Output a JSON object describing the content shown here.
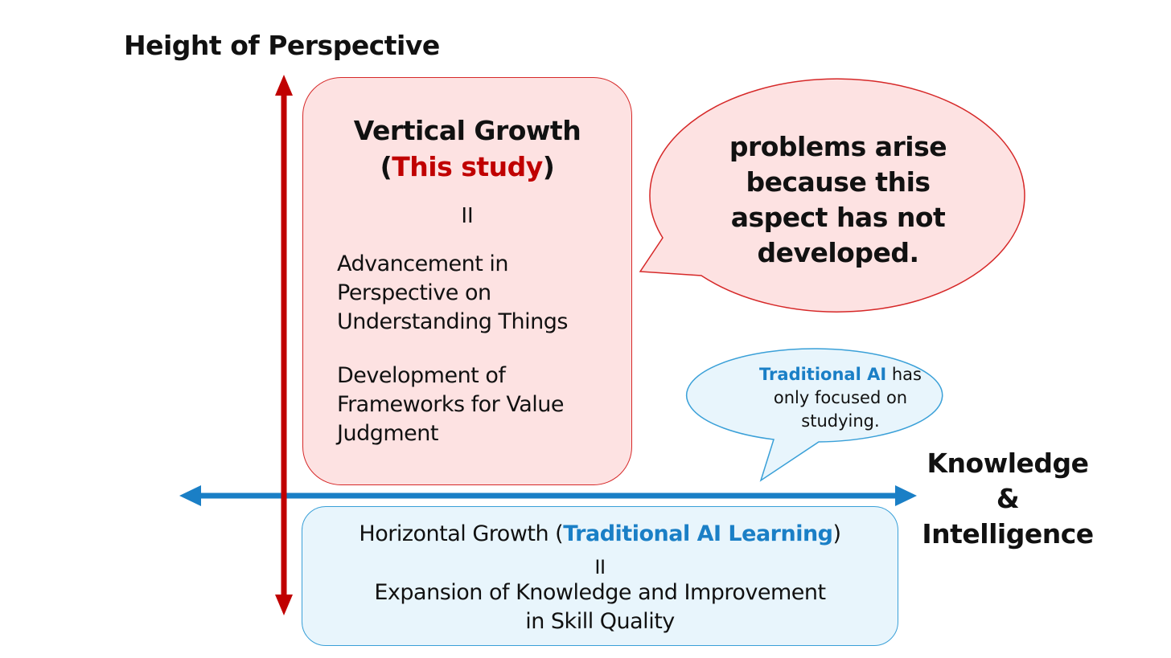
{
  "axes": {
    "vertical_label": "Height of Perspective",
    "horizontal_label_lines": [
      "Knowledge",
      "&",
      "Intelligence"
    ]
  },
  "vertical_growth": {
    "title": "Vertical Growth",
    "subtitle_open": "(",
    "subtitle_highlight": "This study",
    "subtitle_close": ")",
    "equals": "II",
    "item1_lines": [
      "Advancement in",
      "Perspective on",
      "Understanding Things"
    ],
    "item2_lines": [
      "Development of",
      "Frameworks for Value",
      "Judgment"
    ]
  },
  "horizontal_growth": {
    "title_prefix": "Horizontal Growth (",
    "title_highlight": "Traditional AI Learning",
    "title_suffix": ")",
    "equals": "II",
    "desc_lines": [
      "Expansion of Knowledge and Improvement",
      "in Skill Quality"
    ]
  },
  "callout_red": {
    "lines": [
      "problems arise",
      "because this",
      "aspect has not",
      "developed."
    ]
  },
  "callout_blue": {
    "highlight": "Traditional AI",
    "line1_rest": " has",
    "line2": "only focused on",
    "line3": "studying."
  },
  "colors": {
    "red_arrow": "#c00000",
    "blue_arrow": "#1a7fc6",
    "red_fill": "#fde2e2",
    "red_border": "#d62828",
    "blue_fill": "#e8f5fc",
    "blue_border": "#3aa0d8"
  }
}
